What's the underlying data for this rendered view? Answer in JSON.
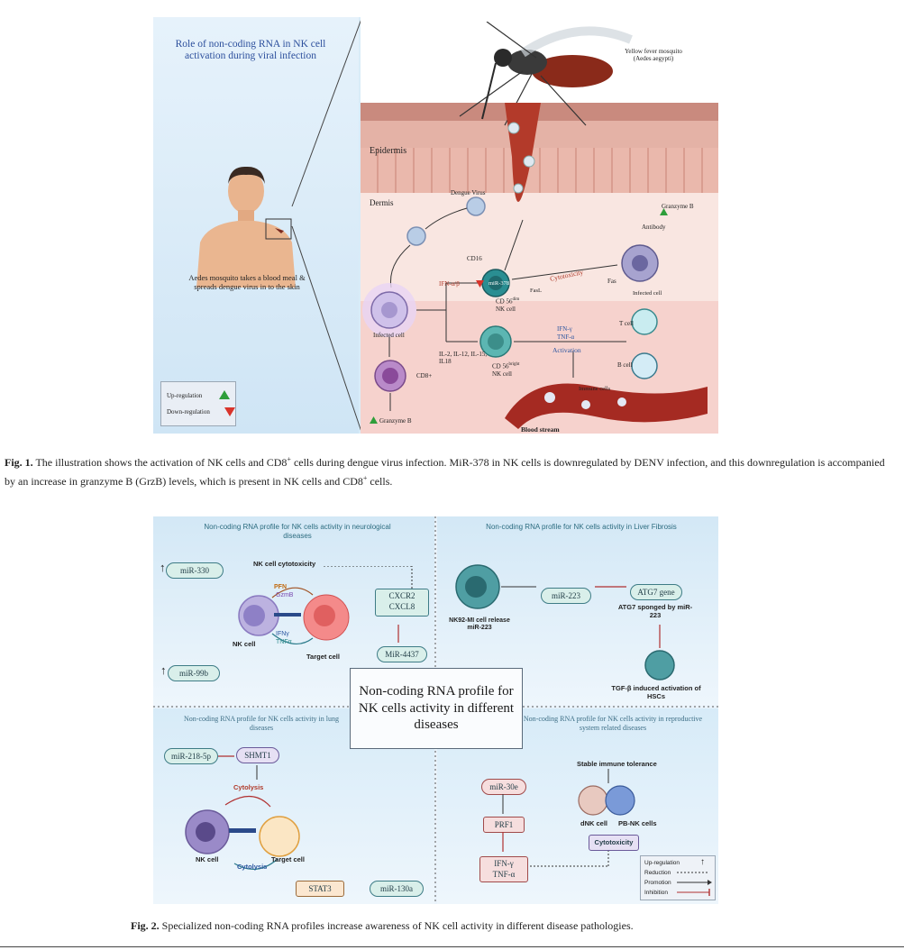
{
  "figure1": {
    "title": "Role of non-coding RNA in NK cell activation during viral infection",
    "human_caption": "Aedes mosquito takes a blood meal & spreads dengue virus in to the skin",
    "mosquito": "Yellow fever mosquito (Aedes aegypti)",
    "epidermis": "Epidermis",
    "dermis": "Dermis",
    "dengue_virus": "Dengue Virus",
    "granzyme_b": "Granzyme B",
    "cd16": "CD16",
    "ifn_ab": "IFN-α/β",
    "mir378": "miR-378",
    "fasl": "FasL",
    "cd56dim": "CD 56",
    "cd56dim_sup": "dim",
    "nk_cell": "NK cell",
    "cytotoxicity": "Cytotoxicity",
    "fas": "Fas",
    "antibody": "Antibody",
    "infected_cell_right": "Infected cell",
    "infected_cell_left": "Infected cell",
    "interleukins": "IL-2, IL-12, IL-15, IL18",
    "cd56bright": "CD 56",
    "cd56bright_sup": "bright",
    "nk_cell2": "NK cell",
    "ifn_g": "IFN-γ",
    "tnf_a": "TNF-α",
    "activation": "Activation",
    "t_cell": "T cell",
    "b_cell": "B cell",
    "cd8": "CD8+",
    "granzyme_b2": "Granzyme B",
    "immune_cells": "Immune cells",
    "blood_stream": "Blood stream",
    "legend": {
      "up": "Up-regulation",
      "down": "Down-regulation",
      "up_color": "#2e9e3a",
      "down_color": "#d9342b"
    }
  },
  "caption1": {
    "label": "Fig. 1.",
    "text_a": "The illustration shows the activation of NK cells and CD8",
    "sup_a": "+",
    "text_b": " cells during dengue virus infection. MiR-378 in NK cells is downregulated by DENV infection, and this downregulation is accompanied by an increase in granzyme B (GrzB) levels, which is present in NK cells and CD8",
    "sup_b": "+",
    "text_c": " cells."
  },
  "figure2": {
    "center": "Non-coding RNA profile for NK cells activity in different diseases",
    "neuro": {
      "title": "Non-coding RNA profile for NK cells activity in neurological diseases",
      "mir330": "miR-330",
      "mir99b": "miR-99b",
      "cytotoxicity": "NK cell cytotoxicity",
      "pfn": "PFN",
      "gzmb": "GzmB",
      "ifng": "IFNγ",
      "tnfa": "TNFα",
      "nk_cell": "NK cell",
      "target_cell": "Target cell",
      "cxcr2": "CXCR2",
      "cxcl8": "CXCL8",
      "mir4437": "MiR-4437"
    },
    "liver": {
      "title": "Non-coding RNA profile for NK cells activity in Liver Fibrosis",
      "nk92": "NK92-MI cell release miR-223",
      "mir223": "miR-223",
      "atg7": "ATG7 gene",
      "sponged": "ATG7 sponged by miR-223",
      "tgf": "TGF-β induced activation of HSCs"
    },
    "lung": {
      "title": "Non-coding RNA profile for NK cells activity in lung diseases",
      "mir218": "miR-218-5p",
      "shmt1": "SHMT1",
      "cytolysis_top": "Cytolysis",
      "cytolysis_bottom": "Cytolysis",
      "nk_cell": "NK cell",
      "target_cell": "Target cell",
      "stat3": "STAT3",
      "mir130a": "miR-130a"
    },
    "repro": {
      "title": "Non-coding RNA profile for NK cells activity in reproductive system related diseases",
      "mir30e": "miR-30e",
      "prf1": "PRF1",
      "ifng": "IFN-γ",
      "tnfa": "TNF-α",
      "stable": "Stable immune tolerance",
      "dnk": "dNK cell",
      "pbnk": "PB-NK cells",
      "cytotoxicity": "Cytotoxicity"
    },
    "legend": {
      "up": "Up-regulation",
      "reduction": "Reduction",
      "promotion": "Promotion",
      "inhibition": "Inhibition"
    }
  },
  "caption2": {
    "label": "Fig. 2.",
    "text": "Specialized non-coding RNA profiles increase awareness of NK cell activity in different disease pathologies."
  }
}
